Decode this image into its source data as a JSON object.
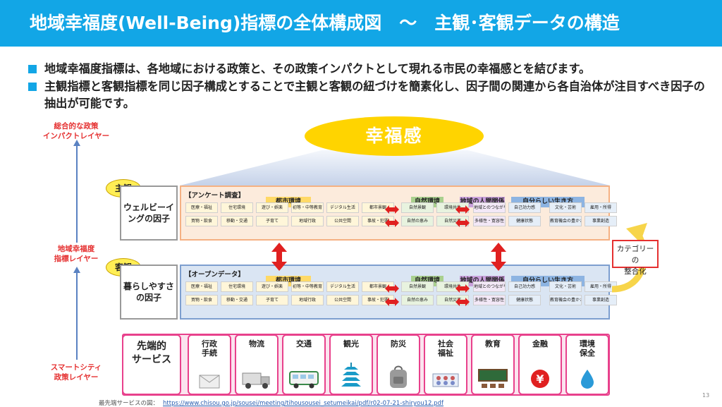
{
  "title": "地域幸福度(Well-Being)指標の全体構成図　～　主観･客観データの構造",
  "bullets": [
    "地域幸福度指標は、各地域における政策と、その政策インパクトとして現れる市民の幸福感とを結びます。",
    "主観指標と客観指標を同じ因子構成とすることで主観と客観の紐づけを簡素化し、因子間の関連から各自治体が注目すべき因子の抽出が可能です。"
  ],
  "layers": {
    "top": "総合的な政策\nインパクトレイヤー",
    "middle": "地域幸福度\n指標レイヤー",
    "bottom": "スマートシティ\n政策レイヤー"
  },
  "happiness": "幸福感",
  "subjective": {
    "tag": "主観",
    "factor_label": "ウェルビーイ\nングの因子",
    "panel_title": "【アンケート調査】"
  },
  "objective": {
    "tag": "客観",
    "factor_label": "暮らしやすさ\nの因子",
    "panel_title": "【オープンデータ】"
  },
  "categories": [
    "都市環境",
    "自然環境",
    "地域の人間関係",
    "自分らしい生き方"
  ],
  "category_colors": [
    "#ffd966",
    "#a9d08e",
    "#c9a0dc",
    "#8db4e2"
  ],
  "cells_row1": [
    "医療・福祉",
    "住宅環境",
    "遊び・娯楽",
    "初等・中等教育",
    "デジタル生活",
    "都市景観",
    "自然景観",
    "環境共生",
    "地域とのつながり",
    "自己効力感",
    "文化・芸術",
    "雇用・所得"
  ],
  "cells_row2": [
    "買物・飲食",
    "移動・交通",
    "子育て",
    "地域行政",
    "公共空間",
    "事故・犯罪",
    "自然の恵み",
    "自然災害",
    "多様性・寛容性",
    "健康状態",
    "教育機会の豊かさ",
    "事業創造"
  ],
  "category_integration": "カテゴリーの\n整合化",
  "advanced_services": "先端的\nサービス",
  "services": [
    {
      "label": "行政\n手続",
      "icon": "envelope-icon"
    },
    {
      "label": "物流",
      "icon": "truck-icon"
    },
    {
      "label": "交通",
      "icon": "bus-icon"
    },
    {
      "label": "観光",
      "icon": "pagoda-icon"
    },
    {
      "label": "防災",
      "icon": "backpack-icon"
    },
    {
      "label": "社会\n福祉",
      "icon": "pills-icon"
    },
    {
      "label": "教育",
      "icon": "blackboard-icon"
    },
    {
      "label": "金融",
      "icon": "yen-icon"
    },
    {
      "label": "環境\n保全",
      "icon": "water-drop-icon"
    }
  ],
  "footer": {
    "label": "最先端サービスの図：",
    "url": "https://www.chisou.go.jp/sousei/meeting/tihousousei_setumeikai/pdf/r02-07-21-shiryou12.pdf"
  },
  "page_number": "13",
  "colors": {
    "title_bar": "#12a6e6",
    "accent_red": "#e53030",
    "service_border": "#e8418c",
    "happiness_yellow": "#ffd400"
  }
}
